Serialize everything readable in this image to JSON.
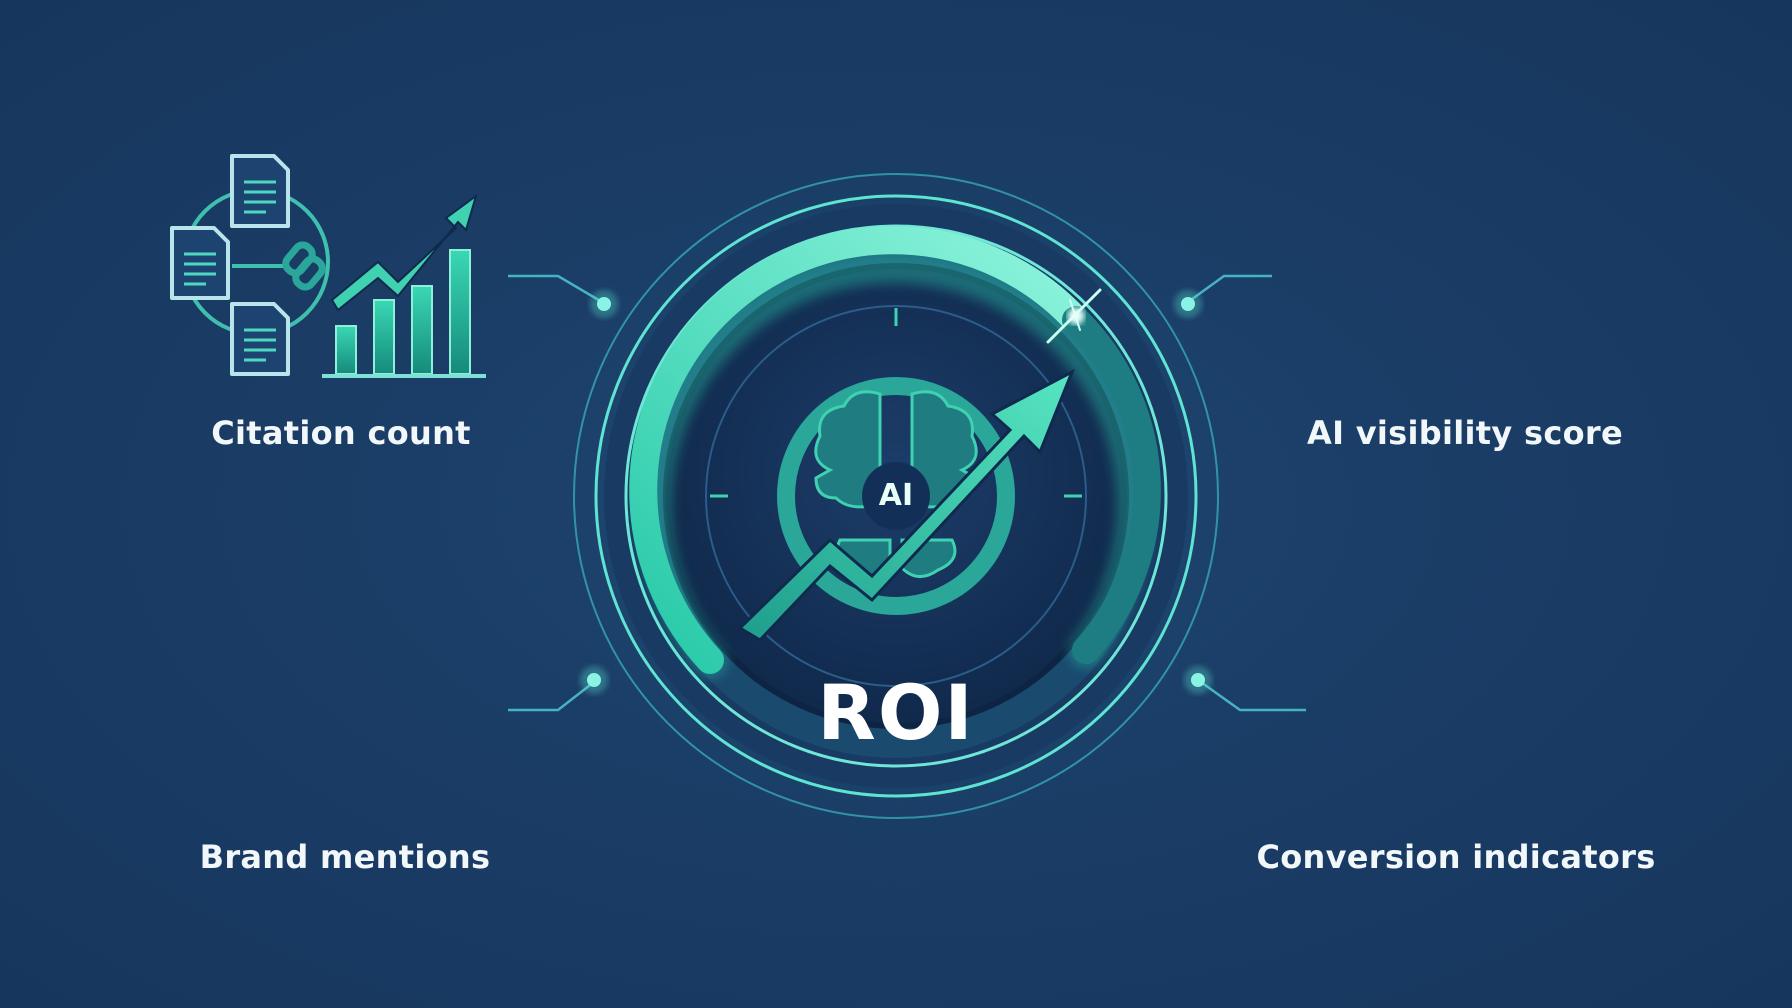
{
  "diagram": {
    "center": {
      "title": "ROI",
      "badge": "AI",
      "icon": "gauge-with-brain-and-rising-arrow-icon"
    },
    "metrics": [
      {
        "id": "citation",
        "label": "Citation count",
        "icon": "documents-link-bar-chart-icon",
        "position": "top-left"
      },
      {
        "id": "visibility",
        "label": "AI visibility score",
        "icon": "eye-dashboard-network-icon",
        "position": "top-right"
      },
      {
        "id": "brand",
        "label": "Brand mentions",
        "icon": "megaphone-speech-bubbles-trend-icon",
        "position": "bottom-left"
      },
      {
        "id": "conversion",
        "label": "Conversion indicators",
        "icon": "funnel-cart-checkmarks-icon",
        "position": "bottom-right"
      }
    ]
  },
  "colors": {
    "background": "#1a3d66",
    "accent": "#3fd1b0",
    "accent_light": "#7ff0d4",
    "accent_dark": "#168f80",
    "panel_dark": "#142e52",
    "text": "#f2f7fa"
  }
}
